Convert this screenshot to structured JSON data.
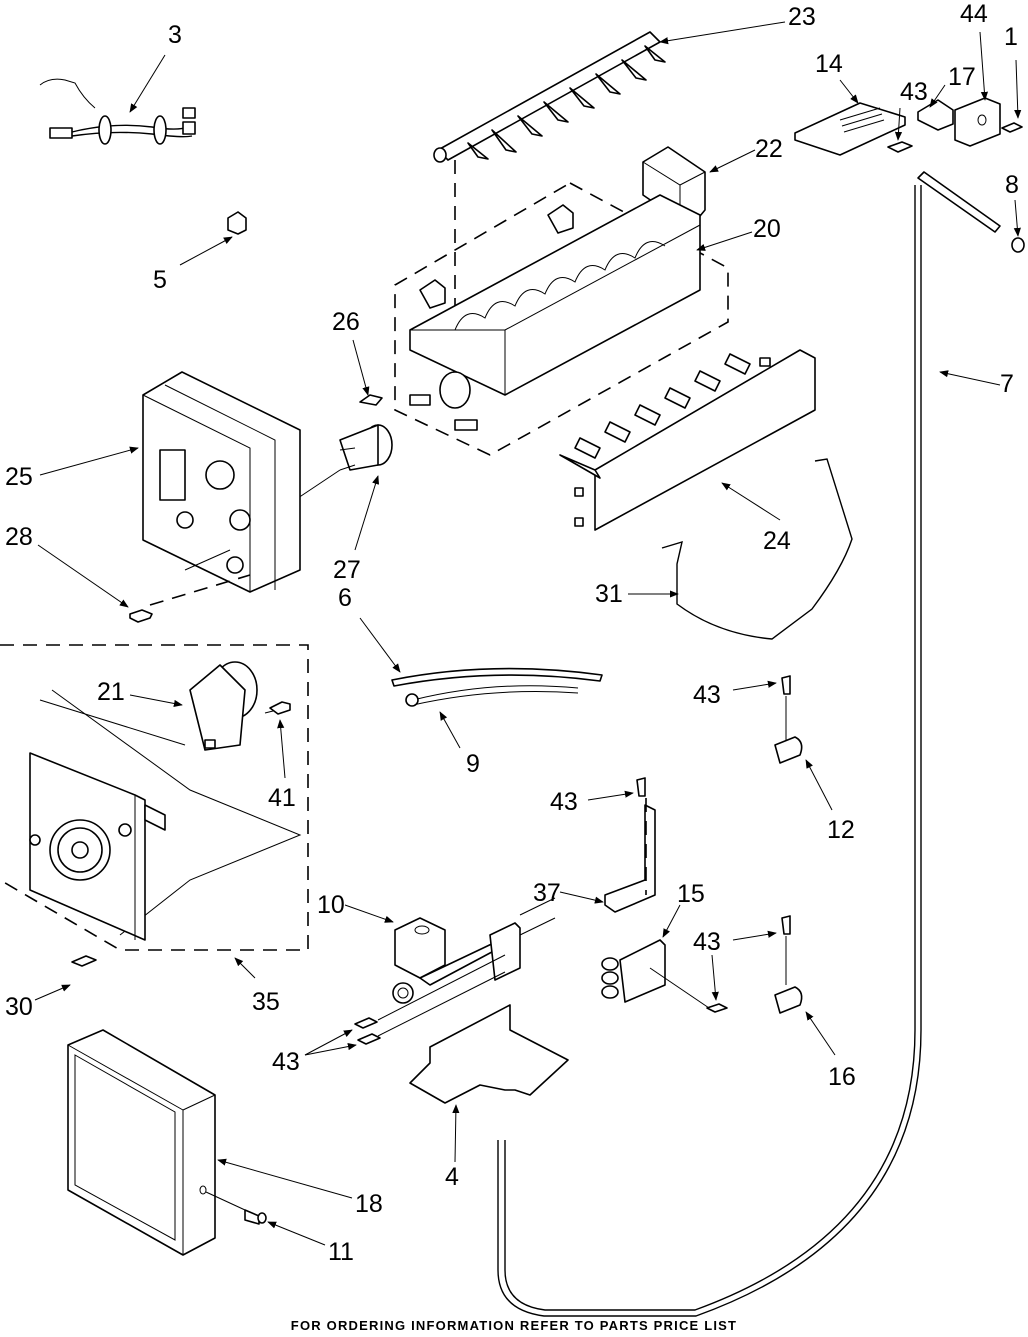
{
  "footer": "FOR ORDERING INFORMATION REFER TO PARTS PRICE LIST",
  "parts": {
    "p1": "1",
    "p3": "3",
    "p4": "4",
    "p5": "5",
    "p6": "6",
    "p7": "7",
    "p8": "8",
    "p9": "9",
    "p10": "10",
    "p11": "11",
    "p12": "12",
    "p14": "14",
    "p15": "15",
    "p16": "16",
    "p17": "17",
    "p18": "18",
    "p20": "20",
    "p21": "21",
    "p22": "22",
    "p23": "23",
    "p24": "24",
    "p25": "25",
    "p26": "26",
    "p27": "27",
    "p28": "28",
    "p30": "30",
    "p31": "31",
    "p35": "35",
    "p37": "37",
    "p41": "41",
    "p43": "43",
    "p44": "44"
  }
}
